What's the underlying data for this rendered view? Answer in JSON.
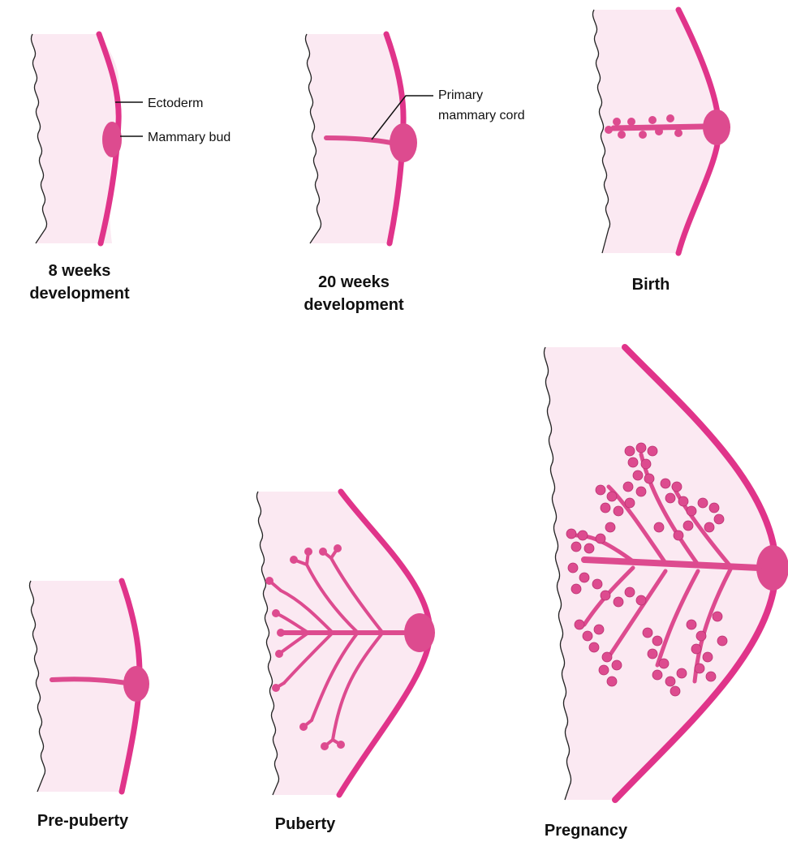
{
  "stages": [
    {
      "id": "8w",
      "title_lines": [
        "8 weeks",
        "development"
      ]
    },
    {
      "id": "20w",
      "title_lines": [
        "20 weeks",
        "development"
      ]
    },
    {
      "id": "birth",
      "title_lines": [
        "Birth"
      ]
    },
    {
      "id": "prepuberty",
      "title_lines": [
        "Pre-puberty"
      ]
    },
    {
      "id": "puberty",
      "title_lines": [
        "Puberty"
      ]
    },
    {
      "id": "pregnancy",
      "title_lines": [
        "Pregnancy"
      ]
    }
  ],
  "callouts": {
    "ectoderm": "Ectoderm",
    "mammary_bud": "Mammary bud",
    "primary_cord_line1": "Primary",
    "primary_cord_line2": "mammary cord"
  },
  "colors": {
    "skin_line": "#e0348a",
    "tissue": "#fbe9f2",
    "bud": "#dd4b8f",
    "outline": "#222222"
  }
}
